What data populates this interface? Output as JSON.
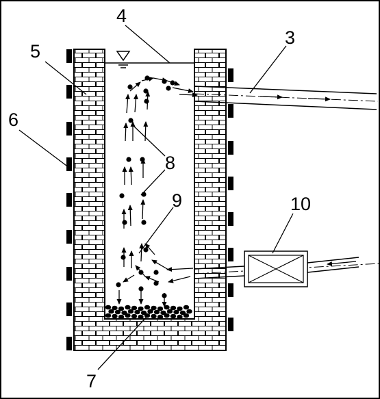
{
  "labels": {
    "l3": "3",
    "l4": "4",
    "l5": "5",
    "l6": "6",
    "l7": "7",
    "l8": "8",
    "l9": "9",
    "l10": "10"
  },
  "icons": {
    "water_level": "water-level-triangle-icon",
    "fan": "fan-box-icon"
  },
  "colors": {
    "ink": "#000000",
    "background": "#ffffff",
    "frame": "#000000"
  }
}
